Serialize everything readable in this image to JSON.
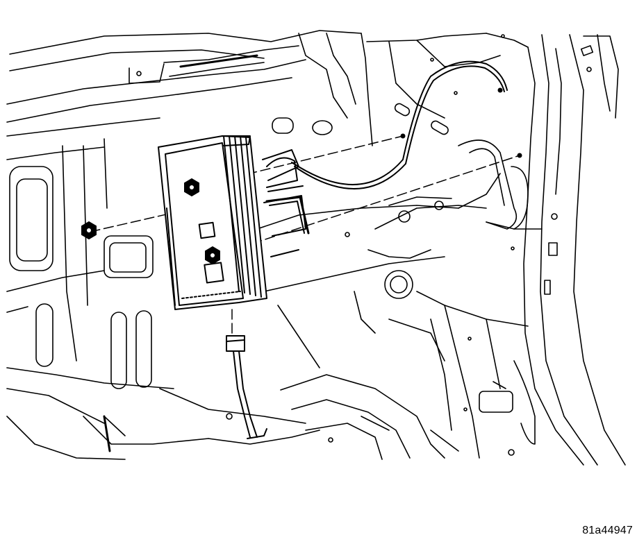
{
  "figure": {
    "id_label": "81a44947",
    "ink_color": "#000000",
    "paper_color": "#ffffff",
    "leader_style": "dashed",
    "fastener_count": 3,
    "parts": [
      "module-bracket",
      "bolt",
      "wire-harness",
      "connector",
      "body-panel",
      "door-pillar"
    ]
  }
}
